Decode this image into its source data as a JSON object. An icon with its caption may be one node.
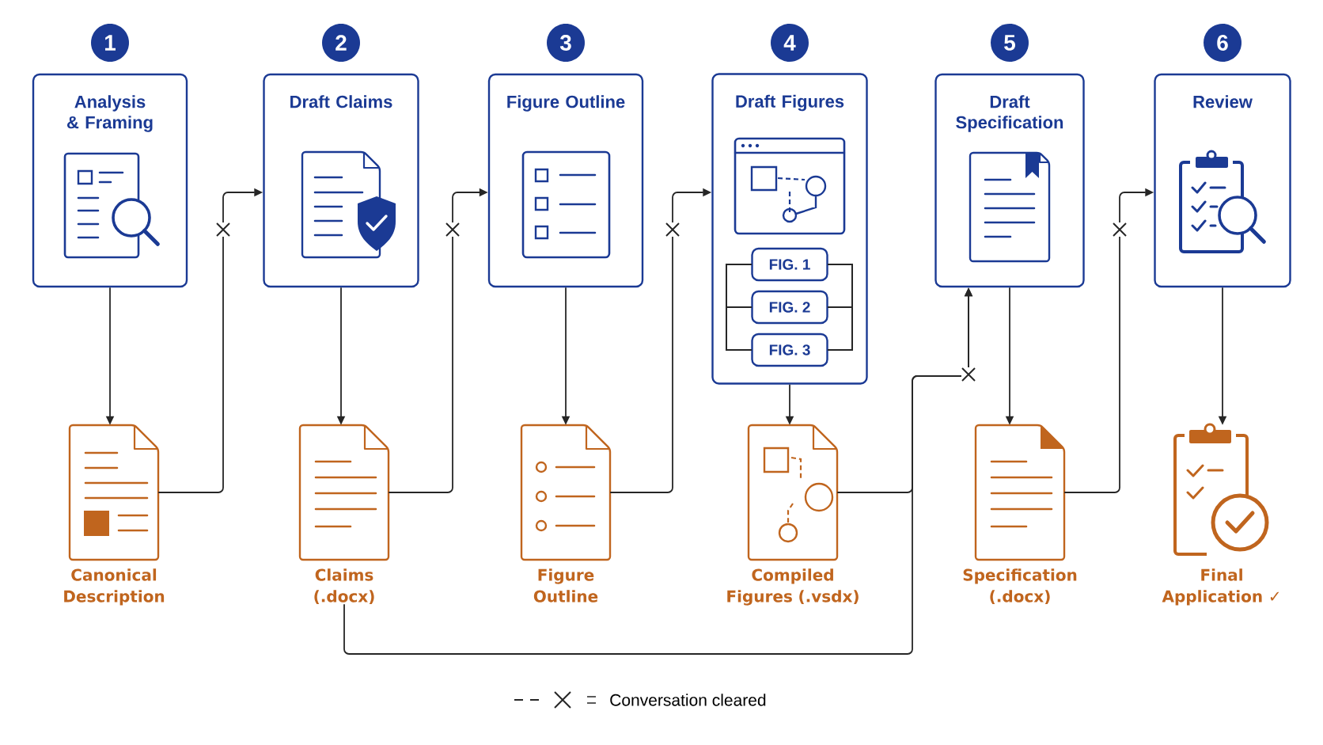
{
  "diagram": {
    "nodes": [
      {
        "text": [
          "Analysis & Framing"
        ],
        "beside": [
          "1"
        ]
      },
      {
        "text": [
          "Draft Claims"
        ],
        "beside": [
          "2"
        ]
      },
      {
        "text": [
          "Figure Outline"
        ],
        "beside": [
          "3"
        ]
      },
      {
        "text": [
          "Draft Figures"
        ],
        "beside": [
          "4"
        ]
      },
      {
        "text": [
          "FIG. 1"
        ],
        "in": 3
      },
      {
        "text": [
          "FIG. 2"
        ],
        "in": 3
      },
      {
        "text": [
          "FIG. 3"
        ],
        "in": 3
      },
      {
        "text": [
          "Draft Specification"
        ],
        "beside": [
          "5"
        ]
      },
      {
        "text": [
          "Review"
        ],
        "beside": [
          "6"
        ]
      },
      {
        "text": [
          "Canonical Description"
        ]
      },
      {
        "text": [
          "Claims (.docx)"
        ]
      },
      {
        "text": [
          "Figure Outline"
        ]
      },
      {
        "text": [
          "Compiled Figures (.vsdx)"
        ]
      },
      {
        "text": [
          "Specification (.docx)"
        ]
      },
      {
        "text": [
          "Final Application ✓"
        ]
      }
    ],
    "edges": [
      {
        "from": 0,
        "to": 9,
        "arrow": "to"
      },
      {
        "from": 9,
        "to": 1,
        "arrow": "to"
      },
      {
        "from": 1,
        "to": 10,
        "arrow": "to"
      },
      {
        "from": 10,
        "to": 2,
        "arrow": "to"
      },
      {
        "from": 2,
        "to": 11,
        "arrow": "to"
      },
      {
        "from": 11,
        "to": 3,
        "arrow": "to"
      },
      {
        "from": 3,
        "to": 12,
        "arrow": "to"
      },
      {
        "from": 12,
        "to": 7,
        "arrow": "to"
      },
      {
        "from": 10,
        "to": 7,
        "arrow": "to"
      },
      {
        "from": 7,
        "to": 13,
        "arrow": "to"
      },
      {
        "from": 13,
        "to": 8,
        "arrow": "to"
      },
      {
        "from": 8,
        "to": 14,
        "arrow": "to"
      }
    ],
    "legend": [
      {
        "text": "Conversation cleared"
      }
    ]
  }
}
